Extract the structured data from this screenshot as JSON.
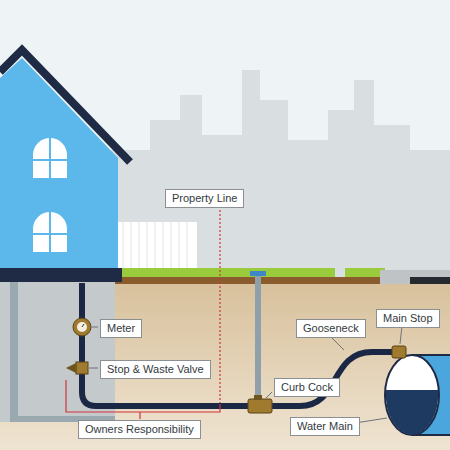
{
  "diagram": {
    "nodes": [
      {
        "text": [
          "Property Line"
        ]
      },
      {
        "text": [
          "Gooseneck"
        ]
      },
      {
        "text": [
          "Main Stop"
        ]
      },
      {
        "text": [
          "Meter"
        ]
      },
      {
        "text": [
          "Stop & Waste Valve"
        ]
      },
      {
        "text": [
          "Curb Cock"
        ]
      },
      {
        "text": [
          "Water Main"
        ]
      },
      {
        "text": [
          "Owners Responsibility"
        ]
      }
    ]
  }
}
